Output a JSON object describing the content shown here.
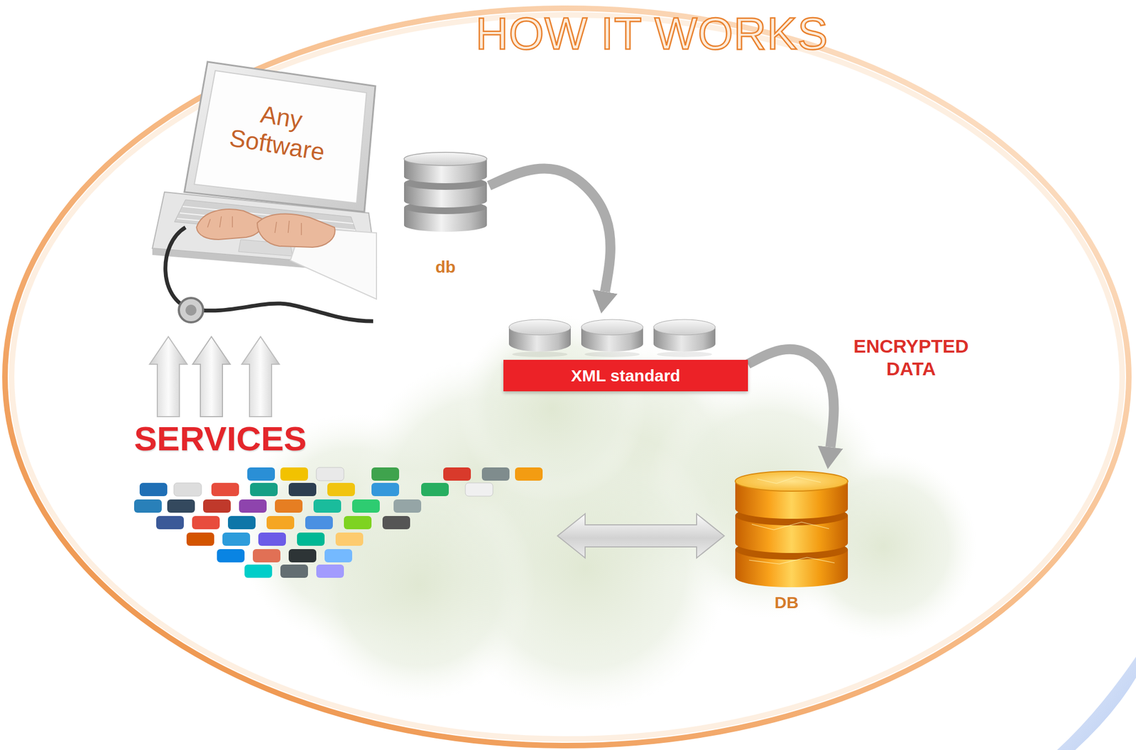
{
  "diagram": {
    "title": "HOW IT WORKS",
    "nodes": [
      {
        "text": [
          "Any Software"
        ]
      },
      {
        "text": [
          "db"
        ]
      },
      {
        "text": [
          "XML standard"
        ]
      },
      {
        "text": [
          "SERVICES"
        ]
      },
      {
        "text": [
          "DB"
        ]
      }
    ],
    "edges": [
      {
        "from": 1,
        "to": 2,
        "arrow": "to"
      },
      {
        "from": 2,
        "to": 4,
        "label": "ENCRYPTED DATA",
        "arrow": "to"
      },
      {
        "from": 3,
        "to": 0,
        "arrow": "to"
      },
      {
        "from": 3,
        "to": 4,
        "arrow": "both"
      }
    ]
  }
}
